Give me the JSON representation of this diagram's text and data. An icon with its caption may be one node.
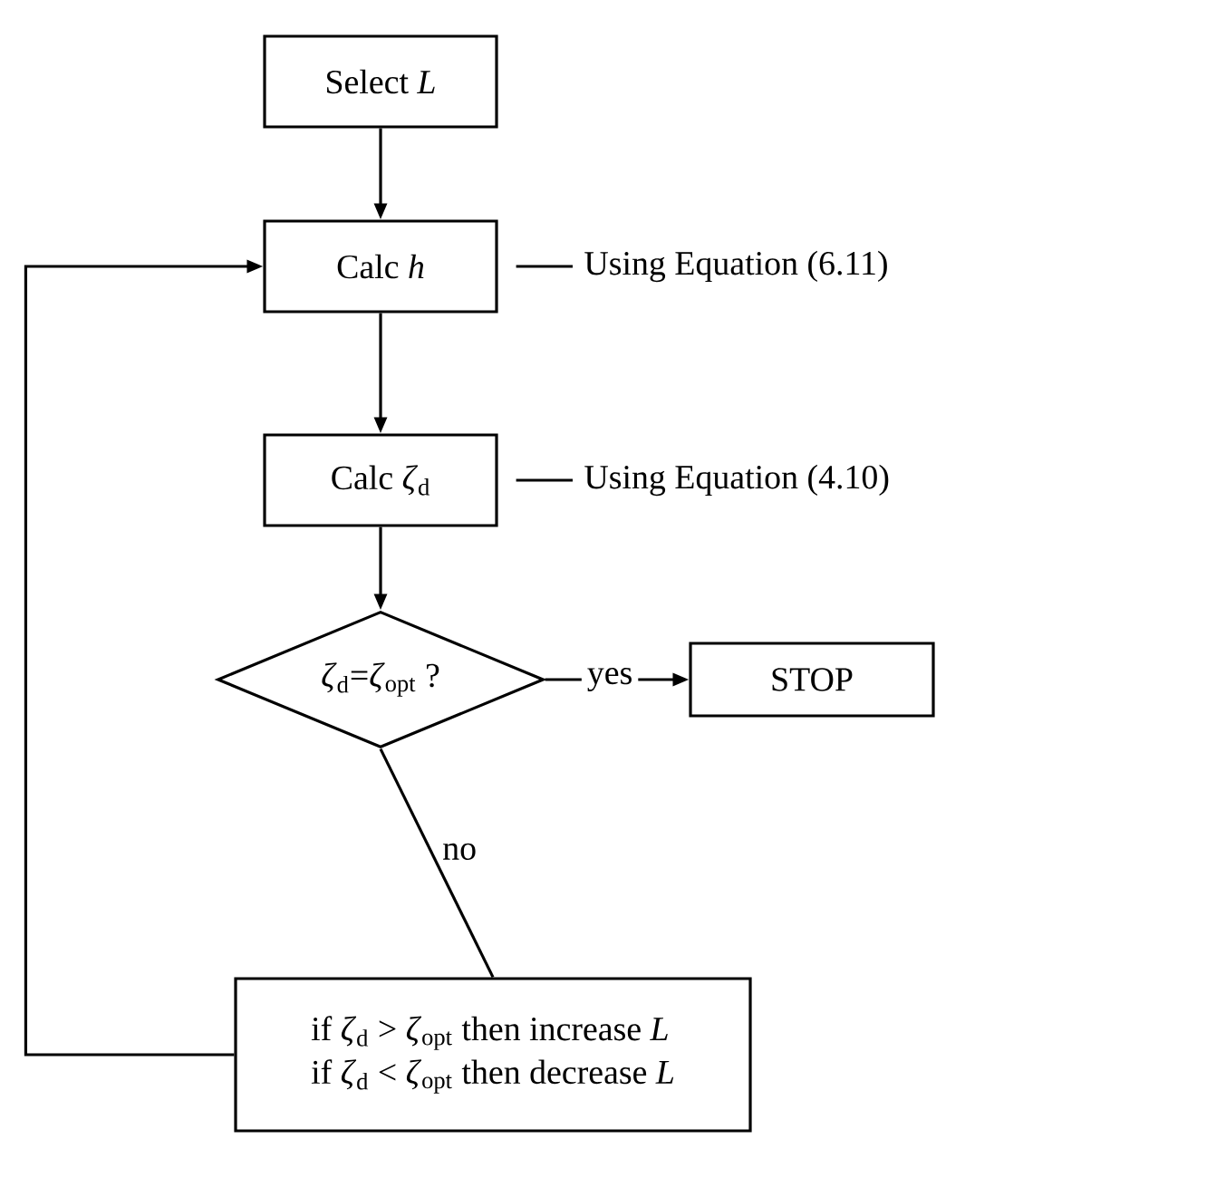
{
  "diagram": {
    "nodes": [
      {
        "text": [
          "Select *L*"
        ]
      },
      {
        "text": [
          "Calc *h*"
        ]
      },
      {
        "text": [
          "Calc *ζ*$_{d}$"
        ]
      },
      {
        "text": [
          "*ζ*$_{d}$=*ζ*$_{opt}$ ?"
        ]
      },
      {
        "text": [
          "STOP"
        ]
      },
      {
        "text": [
          "if *ζ*$_{d}$ > *ζ*$_{opt}$ then increase *L*",
          "if *ζ*$_{d}$ < *ζ*$_{opt}$ then decrease *L*"
        ]
      },
      {
        "text": [
          "Using Equation (6.11)"
        ]
      },
      {
        "text": [
          "Using Equation (4.10)"
        ]
      }
    ],
    "edges": [
      {
        "from": 0,
        "to": 1,
        "arrow": "to"
      },
      {
        "from": 1,
        "to": 2,
        "arrow": "to"
      },
      {
        "from": 2,
        "to": 3,
        "arrow": "to"
      },
      {
        "from": 3,
        "to": 4,
        "arrow": "to",
        "label": "yes"
      },
      {
        "from": 3,
        "to": 5,
        "arrow": "none",
        "label": "no"
      },
      {
        "from": 5,
        "to": 1,
        "arrow": "to"
      },
      {
        "from": 1,
        "to": 6,
        "arrow": "none"
      },
      {
        "from": 2,
        "to": 7,
        "arrow": "none"
      }
    ]
  }
}
